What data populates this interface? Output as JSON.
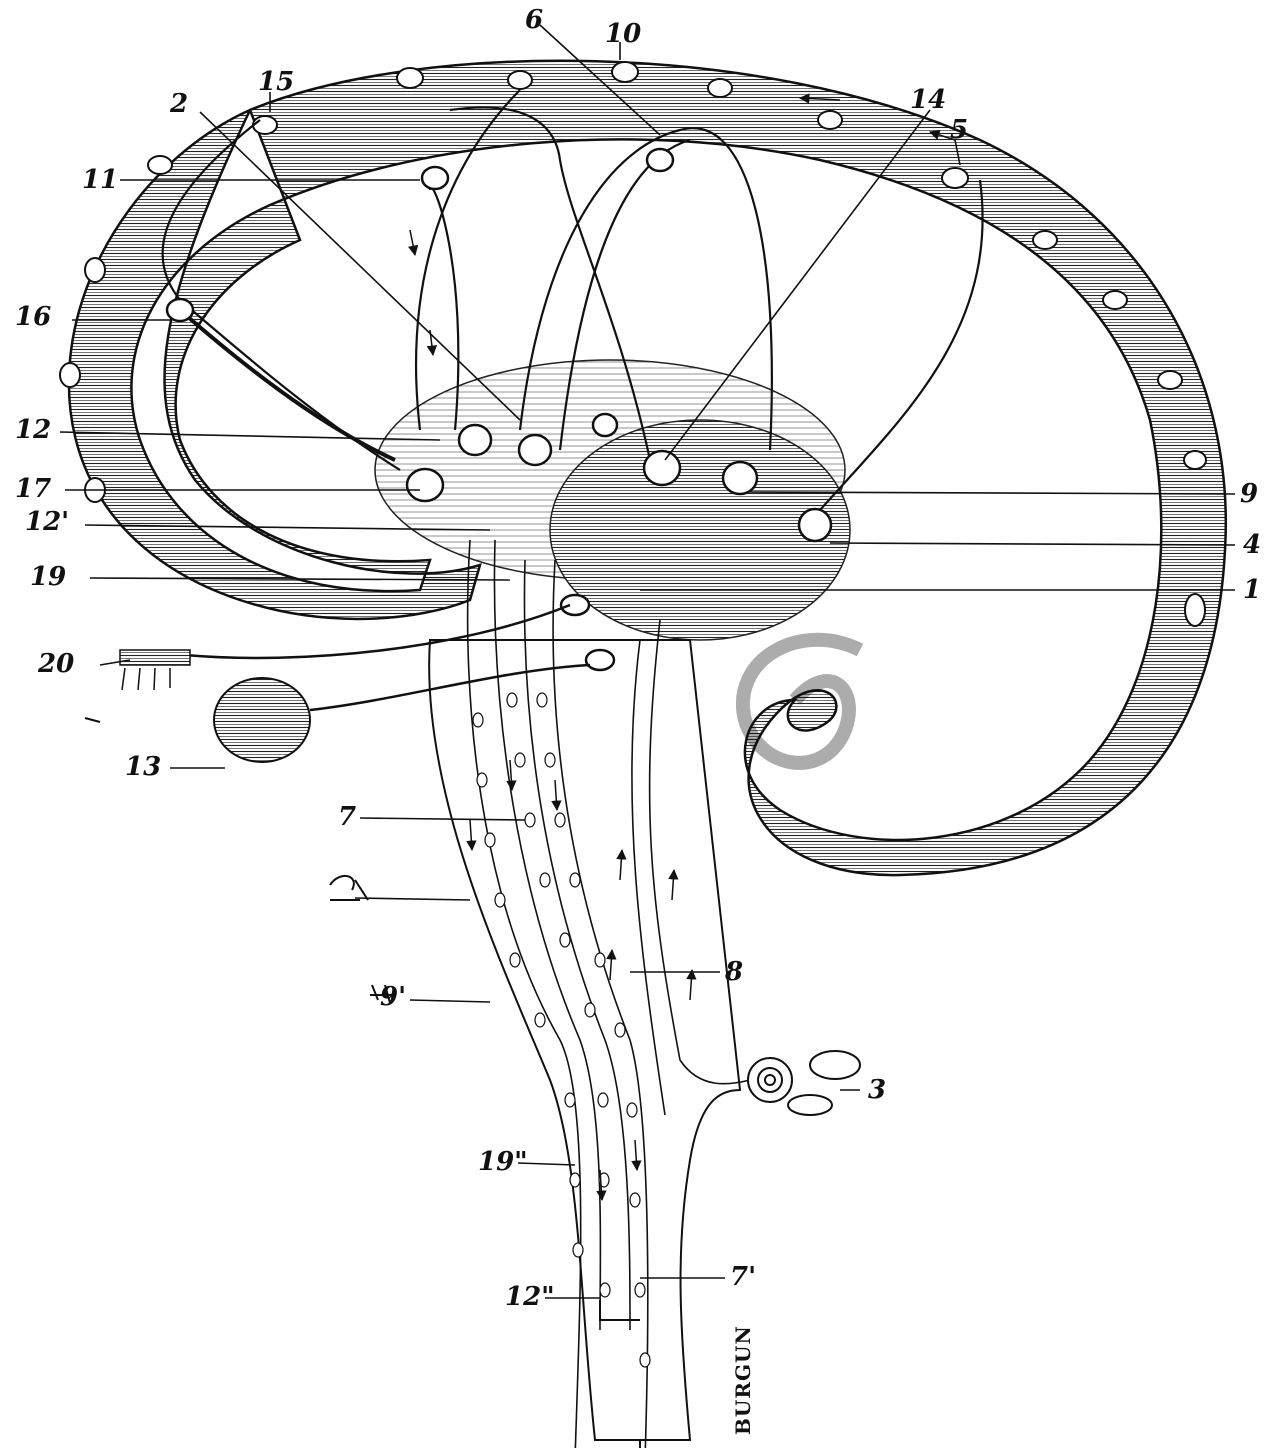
{
  "figure": {
    "signature": "BURGUN",
    "labels": {
      "l6": "6",
      "l10": "10",
      "l15": "15",
      "l2": "2",
      "l14": "14",
      "l5": "5",
      "l11": "11",
      "l16": "16",
      "l12": "12",
      "l17": "17",
      "l12p": "12'",
      "l19": "19",
      "l20": "20",
      "l13": "13",
      "l9": "9",
      "l4": "4",
      "l1": "1",
      "l7": "7",
      "l8": "8",
      "l9p": "9'",
      "l3": "3",
      "l19pp": "19\"",
      "l12pp": "12\"",
      "l7p": "7'"
    },
    "colors": {
      "ink": "#111111",
      "paper": "#ffffff"
    }
  }
}
